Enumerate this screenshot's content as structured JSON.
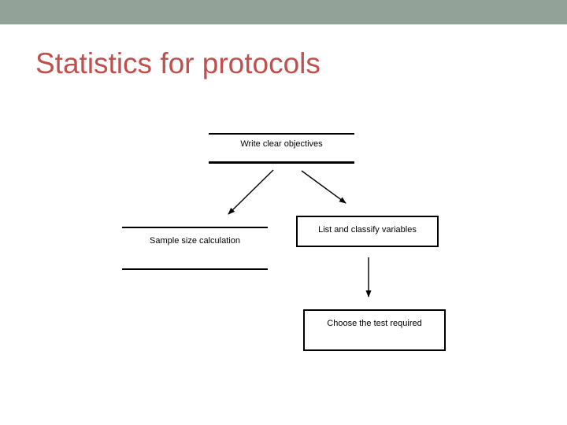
{
  "slide": {
    "title": "Statistics for protocols",
    "colors": {
      "accent_band": "#93a299",
      "title_text": "#c0504d",
      "diagram_stroke": "#000000",
      "background": "#ffffff"
    }
  },
  "diagram": {
    "nodes": [
      {
        "id": "write-objectives",
        "label": "Write clear objectives",
        "shape": "lined-text"
      },
      {
        "id": "sample-size",
        "label": "Sample size calculation",
        "shape": "lined-text"
      },
      {
        "id": "list-variables",
        "label": "List and classify variables",
        "shape": "rectangle"
      },
      {
        "id": "choose-test",
        "label": "Choose the test required",
        "shape": "rectangle"
      }
    ],
    "edges": [
      {
        "from": "write-objectives",
        "to": "sample-size"
      },
      {
        "from": "write-objectives",
        "to": "list-variables"
      },
      {
        "from": "list-variables",
        "to": "choose-test"
      }
    ]
  }
}
